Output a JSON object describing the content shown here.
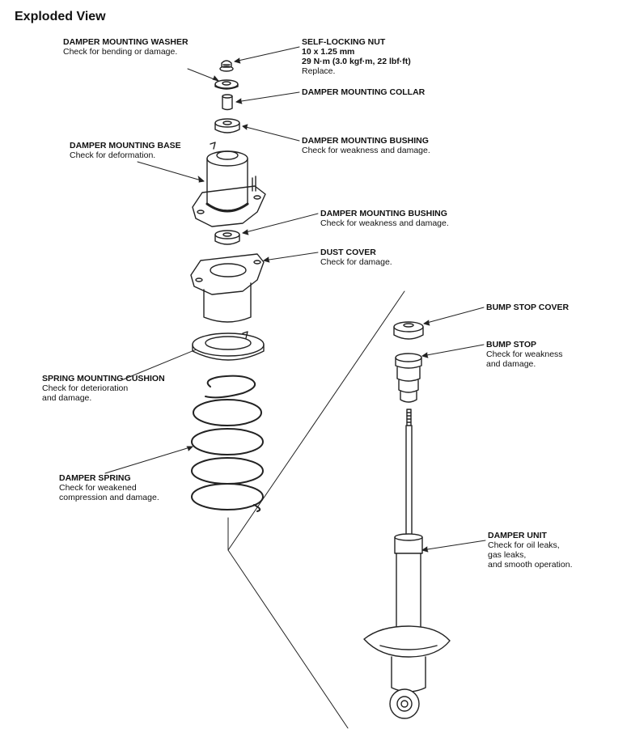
{
  "title": "Exploded View",
  "callouts": {
    "washer": {
      "name": "DAMPER MOUNTING WASHER",
      "desc": "Check for bending or damage."
    },
    "nut": {
      "name": "SELF-LOCKING NUT",
      "spec1": "10 x 1.25 mm",
      "spec2": "29 N·m (3.0 kgf·m, 22 lbf·ft)",
      "desc": "Replace."
    },
    "collar": {
      "name": "DAMPER MOUNTING COLLAR"
    },
    "bushing_upper": {
      "name": "DAMPER MOUNTING BUSHING",
      "desc": "Check for weakness and damage."
    },
    "base": {
      "name": "DAMPER MOUNTING BASE",
      "desc": "Check for deformation."
    },
    "bushing_lower": {
      "name": "DAMPER MOUNTING BUSHING",
      "desc": "Check for weakness and damage."
    },
    "dust_cover": {
      "name": "DUST COVER",
      "desc": "Check for damage."
    },
    "bump_stop_cover": {
      "name": "BUMP STOP COVER"
    },
    "bump_stop": {
      "name": "BUMP STOP",
      "desc1": "Check for weakness",
      "desc2": "and damage."
    },
    "cushion": {
      "name": "SPRING MOUNTING CUSHION",
      "desc1": "Check for deterioration",
      "desc2": "and damage."
    },
    "spring": {
      "name": "DAMPER SPRING",
      "desc1": "Check for weakened",
      "desc2": "compression and damage."
    },
    "damper_unit": {
      "name": "DAMPER UNIT",
      "desc1": "Check for oil leaks,",
      "desc2": "gas leaks,",
      "desc3": "and smooth operation."
    }
  }
}
